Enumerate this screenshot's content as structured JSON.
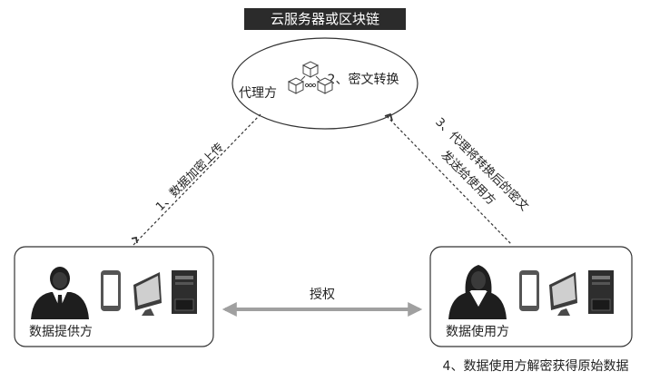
{
  "header": {
    "label": "云服务器或区块链"
  },
  "nodes": {
    "proxy": {
      "label": "代理方",
      "step2": "2、密文转换"
    },
    "provider": {
      "label": "数据提供方"
    },
    "user": {
      "label": "数据使用方"
    }
  },
  "edges": {
    "upload": "1、数据加密上传",
    "send_line1": "3、代理将转换后的密文",
    "send_line2": "发送给使用方",
    "authorize": "授权"
  },
  "footer": {
    "step4": "4、数据使用方解密获得原始数据"
  },
  "icons": [
    "businessman-icon",
    "businesswoman-icon",
    "phone-icon",
    "monitor-icon",
    "computer-tower-icon",
    "blockchain-cubes-icon"
  ],
  "colors": {
    "header_bg": "#2b2b2b",
    "header_text": "#ffffff",
    "arrow": "#a0a0a0",
    "line": "#333333"
  }
}
